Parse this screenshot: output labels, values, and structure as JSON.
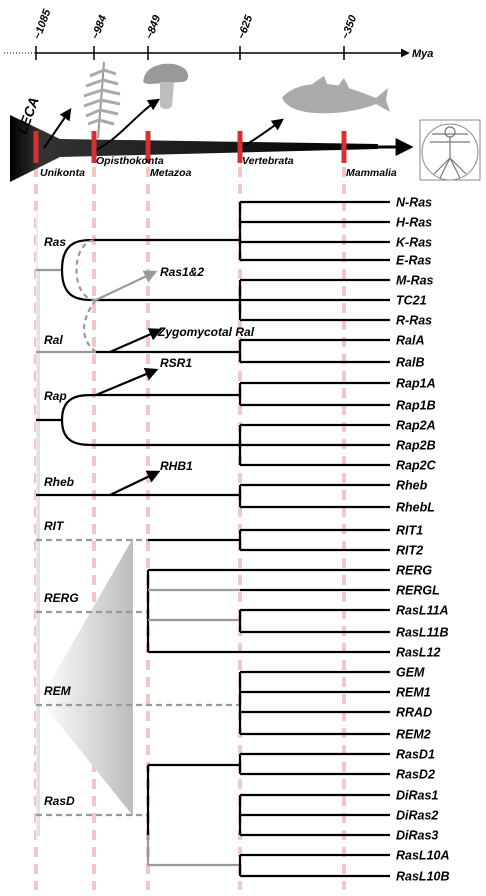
{
  "timeline": {
    "ticks": [
      "~1085",
      "~984",
      "~849",
      "~625",
      "~350"
    ],
    "unit": "Mya"
  },
  "stem": {
    "root_label": "LECA",
    "eras": [
      "Unikonta",
      "Opisthokonta",
      "Metazoa",
      "Vertebrata",
      "Mammalia"
    ]
  },
  "families": [
    "Ras",
    "Ral",
    "Rap",
    "Rheb",
    "RIT",
    "RERG",
    "REM",
    "RasD"
  ],
  "side_branches": [
    "Ras1&2",
    "Zygomycotal Ral",
    "RSR1",
    "RHB1"
  ],
  "leaves": [
    "N-Ras",
    "H-Ras",
    "K-Ras",
    "E-Ras",
    "M-Ras",
    "TC21",
    "R-Ras",
    "RalA",
    "RalB",
    "Rap1A",
    "Rap1B",
    "Rap2A",
    "Rap2B",
    "Rap2C",
    "Rheb",
    "RhebL",
    "RIT1",
    "RIT2",
    "RERG",
    "RERGL",
    "RasL11A",
    "RasL11B",
    "RasL12",
    "GEM",
    "REM1",
    "RRAD",
    "REM2",
    "RasD1",
    "RasD2",
    "DiRas1",
    "DiRas2",
    "DiRas3",
    "RasL10A",
    "RasL10B"
  ],
  "icons": [
    "fern-icon",
    "mushroom-icon",
    "fish-icon",
    "vitruvian-man-icon"
  ],
  "colors": {
    "branch": "#000000",
    "lost": "#999999",
    "guide": "#f4c6c6",
    "marker": "#d83030"
  }
}
